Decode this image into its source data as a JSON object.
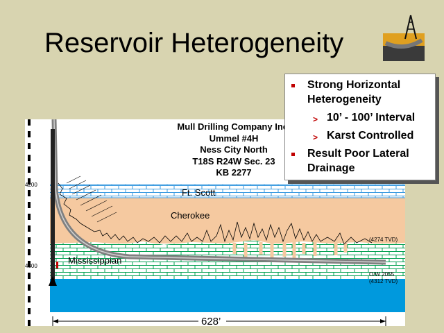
{
  "slide": {
    "title": "Reservoir Heterogeneity"
  },
  "info_box": {
    "line1": "Mull Drilling Company Inc.",
    "line2": "Ummel #4H",
    "line3": "Ness City North",
    "line4": "T18S R24W Sec. 23",
    "line5": "KB 2277"
  },
  "bullets": {
    "b1": "Strong Horizontal Heterogeneity",
    "b1a": "10’ - 100’ Interval",
    "b1b": "Karst Controlled",
    "b2": "Result Poor Lateral Drainage"
  },
  "diagram": {
    "depth_top": "4200",
    "depth_bottom": "4300",
    "layer_ft_scott": "Ft. Scott",
    "layer_cherokee": "Cherokee",
    "layer_mississippian": "Mississippian",
    "tvd_top": "(4274 TVD)",
    "tvd_bottom_1": "O/W 2055",
    "tvd_bottom_2": "(4312 TVD)",
    "length": "628’"
  },
  "colors": {
    "background": "#d8d4b0",
    "limestone": "#ffffff",
    "cherokee": "#f5c9a0",
    "aquifer": "#0099dd",
    "brick_lines": "#00a050",
    "wellbore": "#808080",
    "bullet_marker": "#c00000"
  }
}
